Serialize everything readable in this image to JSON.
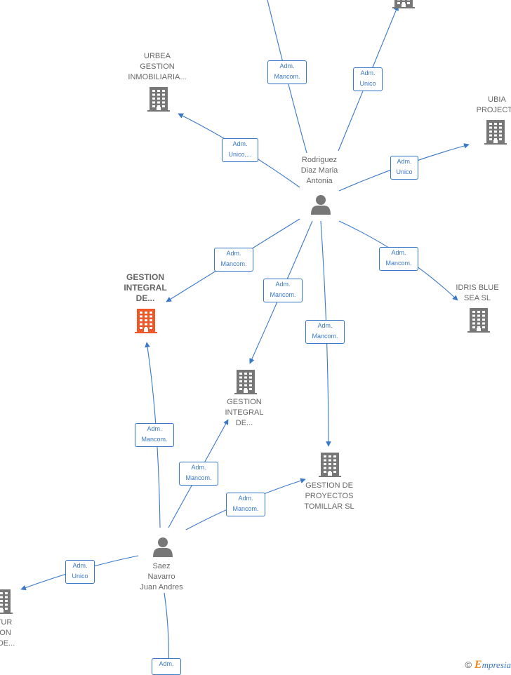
{
  "colors": {
    "edge": "#3a78c8",
    "company": "#777777",
    "company_highlight": "#f0582a",
    "person": "#777777",
    "text": "#666666"
  },
  "nodes": [
    {
      "id": "n1",
      "label": "URBEA\nGESTION\nINMOBILIARIA...",
      "kind": "company"
    },
    {
      "id": "n2",
      "label": "UBIA\nPROJECTS",
      "kind": "company"
    },
    {
      "id": "n3",
      "label": "Rodriguez\nDiaz Maria\nAntonia",
      "kind": "person"
    },
    {
      "id": "n4",
      "label": "GESTION\nINTEGRAL\nDE...",
      "kind": "company_highlight"
    },
    {
      "id": "n5",
      "label": "IDRIS BLUE\nSEA  SL",
      "kind": "company"
    },
    {
      "id": "n6",
      "label": "GESTION\nINTEGRAL\nDE...",
      "kind": "company"
    },
    {
      "id": "n7",
      "label": "GESTION DE\nPROYECTOS\nTOMILLAR  SL",
      "kind": "company"
    },
    {
      "id": "n8",
      "label": "Saez\nNavarro\nJuan Andres",
      "kind": "person"
    },
    {
      "id": "n9",
      "label": "TUR\nION\n. DE...",
      "kind": "company"
    },
    {
      "id": "n10",
      "label": "",
      "kind": "company"
    }
  ],
  "edges": [
    {
      "id": "e1",
      "label": "Adm.\nMancom."
    },
    {
      "id": "e2",
      "label": "Adm.\nUnico"
    },
    {
      "id": "e3",
      "label": "Adm.\nUnico,..."
    },
    {
      "id": "e4",
      "label": "Adm.\nUnico"
    },
    {
      "id": "e5",
      "label": "Adm.\nMancom."
    },
    {
      "id": "e6",
      "label": "Adm.\nMancom."
    },
    {
      "id": "e7",
      "label": "Adm.\nMancom."
    },
    {
      "id": "e8",
      "label": "Adm.\nMancom."
    },
    {
      "id": "e9",
      "label": "Adm.\nMancom."
    },
    {
      "id": "e10",
      "label": "Adm.\nMancom."
    },
    {
      "id": "e11",
      "label": "Adm.\nMancom."
    },
    {
      "id": "e12",
      "label": "Adm.\nUnico"
    },
    {
      "id": "e13",
      "label": "Adm."
    }
  ],
  "footer": {
    "copyright_symbol": "©",
    "brand_initial": "E",
    "brand_rest": "mpresia"
  }
}
